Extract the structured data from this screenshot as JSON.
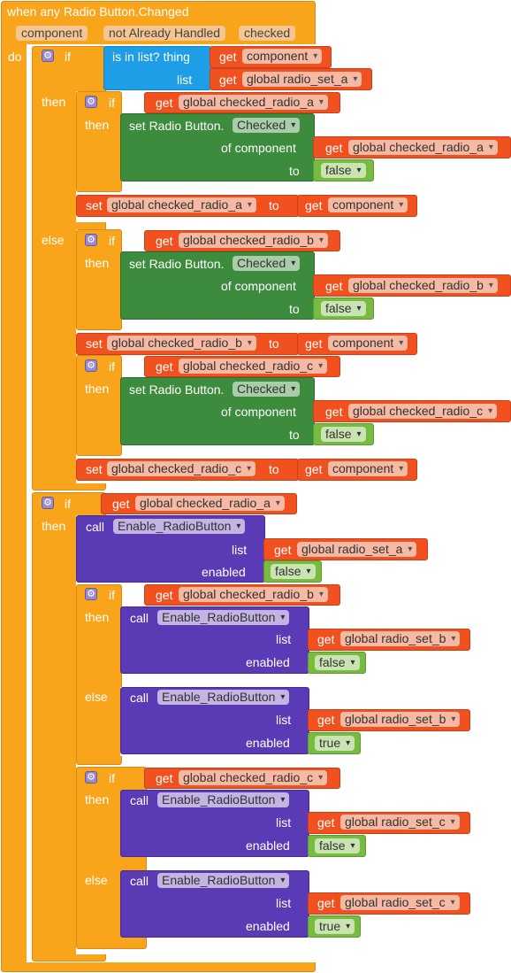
{
  "event": {
    "title": "when any Radio Button.Changed",
    "params": [
      "component",
      "not Already Handled",
      "checked"
    ],
    "do_label": "do"
  },
  "kw": {
    "if": "if",
    "then": "then",
    "else": "else",
    "set": "set",
    "to": "to",
    "get": "get",
    "call": "call",
    "list": "list",
    "enabled": "enabled",
    "of_component": "of component",
    "set_radio": "set Radio Button.",
    "is_in_list": "is in list? thing"
  },
  "vars": {
    "component": "component",
    "radio_set_a": "global radio_set_a",
    "radio_set_b": "global radio_set_b",
    "radio_set_c": "global radio_set_c",
    "checked_a": "global checked_radio_a",
    "checked_b": "global checked_radio_b",
    "checked_c": "global checked_radio_c"
  },
  "props": {
    "checked": "Checked"
  },
  "procs": {
    "enable": "Enable_RadioButton"
  },
  "values": {
    "false": "false",
    "true": "true"
  },
  "colors": {
    "event": "#f8a51b",
    "control": "#f8a51b",
    "setter": "#3d8b3d",
    "procedure": "#5b3ab5",
    "list": "#1d9ee6",
    "variable": "#f0511f",
    "logic": "#77bb41"
  }
}
